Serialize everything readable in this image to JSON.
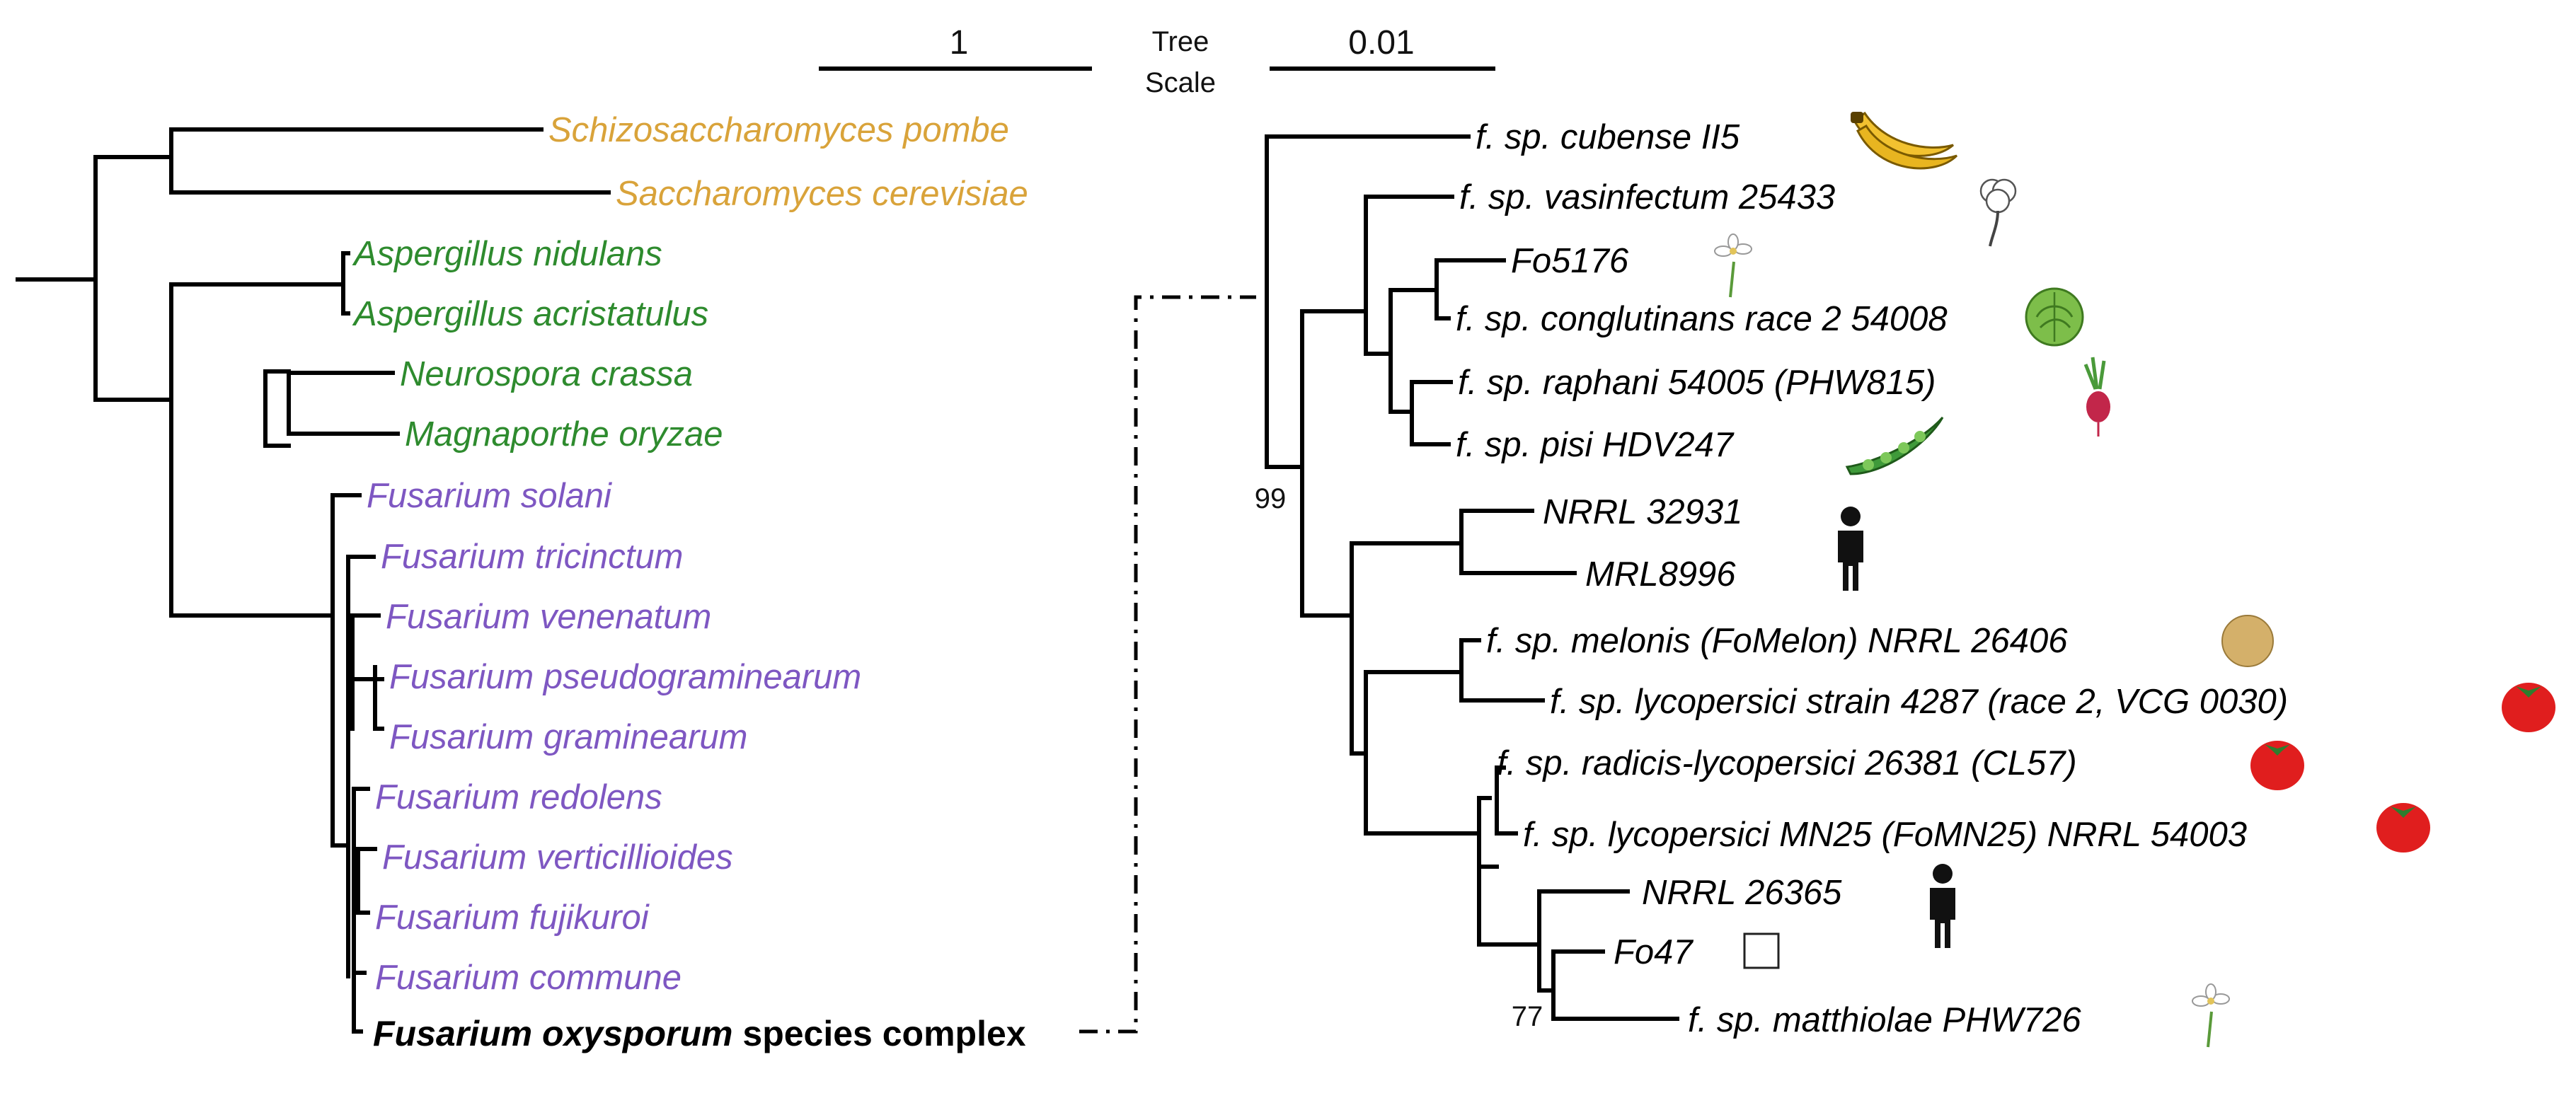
{
  "scale": {
    "left_value": "1",
    "right_value": "0.01",
    "title_line1": "Tree",
    "title_line2": "Scale"
  },
  "colors": {
    "yeast": "#D9A33A",
    "aspergillus": "#2E8B2E",
    "fusarium": "#7E57C2",
    "black": "#000000"
  },
  "left_tree": {
    "taxa": [
      {
        "label": "Schizosaccharomyces pombe",
        "group": "yeast"
      },
      {
        "label": "Saccharomyces cerevisiae",
        "group": "yeast"
      },
      {
        "label": "Aspergillus nidulans",
        "group": "aspergillus"
      },
      {
        "label": "Aspergillus acristatulus",
        "group": "aspergillus"
      },
      {
        "label": "Neurospora crassa",
        "group": "aspergillus"
      },
      {
        "label": "Magnaporthe oryzae",
        "group": "aspergillus"
      },
      {
        "label": "Fusarium solani",
        "group": "fusarium"
      },
      {
        "label": "Fusarium tricinctum",
        "group": "fusarium"
      },
      {
        "label": "Fusarium venenatum",
        "group": "fusarium"
      },
      {
        "label": "Fusarium pseudograminearum",
        "group": "fusarium"
      },
      {
        "label": "Fusarium graminearum",
        "group": "fusarium"
      },
      {
        "label": "Fusarium redolens",
        "group": "fusarium"
      },
      {
        "label": "Fusarium verticillioides",
        "group": "fusarium"
      },
      {
        "label": "Fusarium fujikuroi",
        "group": "fusarium"
      },
      {
        "label": "Fusarium commune",
        "group": "fusarium"
      }
    ],
    "complex_label": {
      "genus": "Fusarium",
      "species": "oxysporum",
      "suffix": "species complex"
    }
  },
  "right_tree": {
    "taxa": [
      {
        "label": "f. sp. cubense II5",
        "icon": "banana-icon"
      },
      {
        "label": "f. sp. vasinfectum 25433",
        "icon": "cotton-icon"
      },
      {
        "label": "Fo5176",
        "icon": "flower-icon"
      },
      {
        "label": "f. sp. conglutinans race 2 54008",
        "icon": "cabbage-icon"
      },
      {
        "label": "f. sp. raphani 54005 (PHW815)",
        "icon": "radish-icon"
      },
      {
        "label": "f. sp. pisi HDV247",
        "icon": "pea-pod-icon"
      },
      {
        "label": "NRRL 32931",
        "icon": ""
      },
      {
        "label": "MRL8996",
        "icon": "human-icon"
      },
      {
        "label": "f. sp. melonis (FoMelon) NRRL 26406",
        "icon": "melon-icon"
      },
      {
        "label": "f. sp. lycopersici strain 4287 (race 2, VCG 0030)",
        "icon": "tomato-icon"
      },
      {
        "label": "f. sp. radicis-lycopersici 26381 (CL57)",
        "icon": "tomato-icon"
      },
      {
        "label": "f. sp. lycopersici MN25 (FoMN25) NRRL 54003",
        "icon": "tomato-icon"
      },
      {
        "label": "NRRL 26365",
        "icon": "human-icon"
      },
      {
        "label": "Fo47",
        "icon": "empty-square-icon"
      },
      {
        "label": "f. sp. matthiolae PHW726",
        "icon": "flower-icon"
      }
    ],
    "support_values": {
      "root": "99",
      "fo47_clade": "77"
    }
  }
}
